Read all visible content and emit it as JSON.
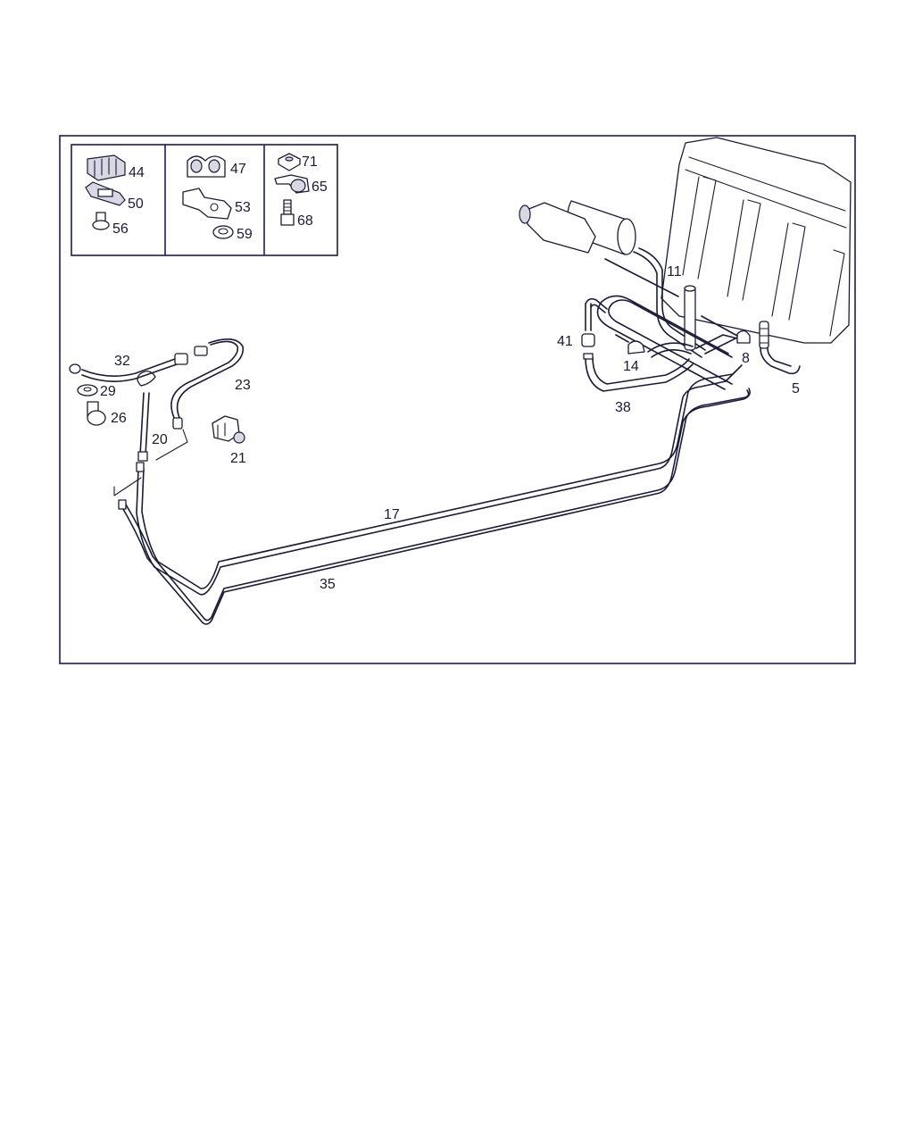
{
  "parts": {
    "p44": "44",
    "p50": "50",
    "p56": "56",
    "p47": "47",
    "p53": "53",
    "p59": "59",
    "p71": "71",
    "p65": "65",
    "p68": "68",
    "p32": "32",
    "p29": "29",
    "p26": "26",
    "p23": "23",
    "p20": "20",
    "p21": "21",
    "p17": "17",
    "p35": "35",
    "p11": "11",
    "p41": "41",
    "p14": "14",
    "p38": "38",
    "p8": "8",
    "p5": "5"
  }
}
